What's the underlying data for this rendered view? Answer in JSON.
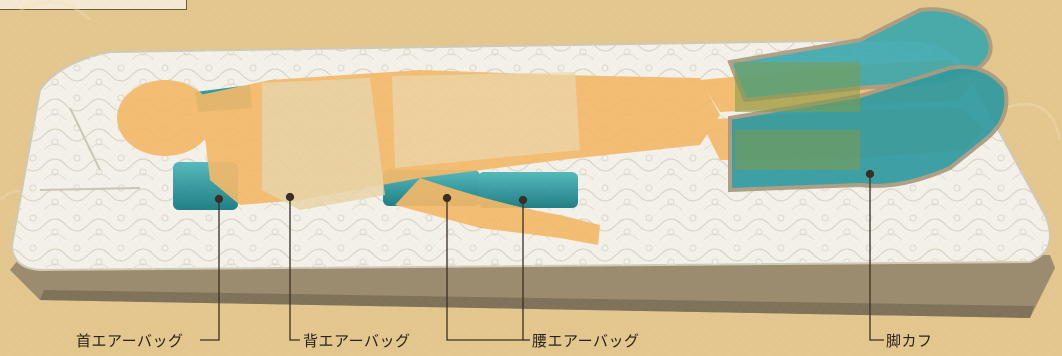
{
  "labels": {
    "neck_air_bag": "首エアーバッグ",
    "back_air_bag": "背エアーバッグ",
    "waist_air_bag": "腰エアーバッグ",
    "leg_cuff": "脚カフ"
  },
  "colors": {
    "background": "#e3c78f",
    "mattress": "#f3f1ea",
    "mattress_side": "#9b8c70",
    "air_bag": "#2f9aa0",
    "body": "#f3b96a",
    "leader_line": "#3a2e22"
  }
}
